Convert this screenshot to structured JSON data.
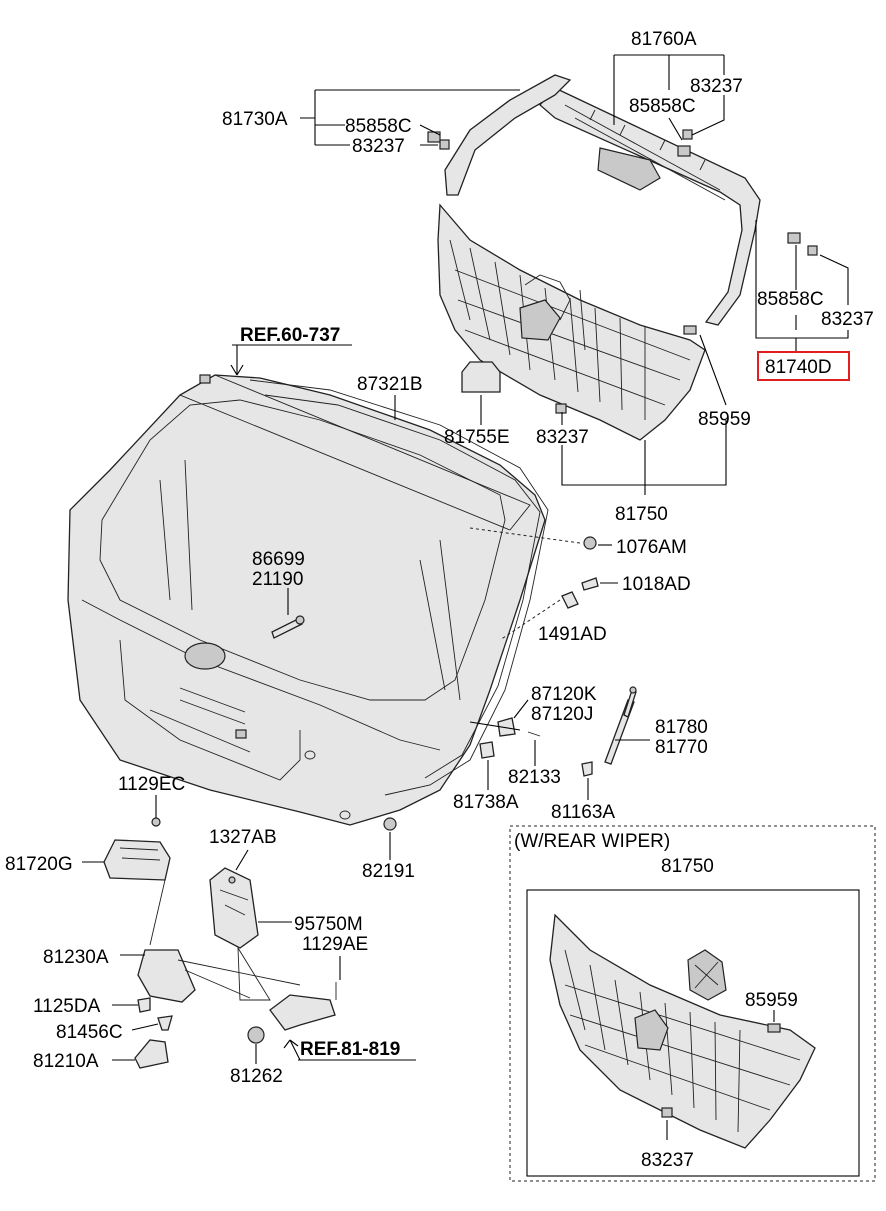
{
  "labels": {
    "l81760A": "81760A",
    "l83237a": "83237",
    "l85858Ca": "85858C",
    "l81730A": "81730A",
    "l85858Cb": "85858C",
    "l83237b": "83237",
    "l85858Cc": "85858C",
    "l83237c": "83237",
    "l81740D": "81740D",
    "lRef60": "REF.60-737",
    "l87321B": "87321B",
    "l81755E": "81755E",
    "l83237d": "83237",
    "l85959a": "85959",
    "l81750a": "81750",
    "l86699": "86699",
    "l21190": "21190",
    "l1076AM": "1076AM",
    "l1018AD": "1018AD",
    "l1491AD": "1491AD",
    "l87120K": "87120K",
    "l87120J": "87120J",
    "l81780": "81780",
    "l81770": "81770",
    "l82133": "82133",
    "l81738A": "81738A",
    "l81163A": "81163A",
    "l1129EC": "1129EC",
    "l81720G": "81720G",
    "l1327AB": "1327AB",
    "l82191": "82191",
    "l95750M": "95750M",
    "l1129AE": "1129AE",
    "l81230A": "81230A",
    "l1125DA": "1125DA",
    "l81456C": "81456C",
    "l81210A": "81210A",
    "l81262": "81262",
    "lRef81": "REF.81-819",
    "wiperTitle": "(W/REAR WIPER)",
    "l81750b": "81750",
    "l85959b": "85959",
    "l83237e": "83237"
  },
  "colors": {
    "highlight_box": "#e02020",
    "part_fill": "#e6e6e6",
    "part_dark": "#c9c9c9",
    "line": "#000000"
  }
}
